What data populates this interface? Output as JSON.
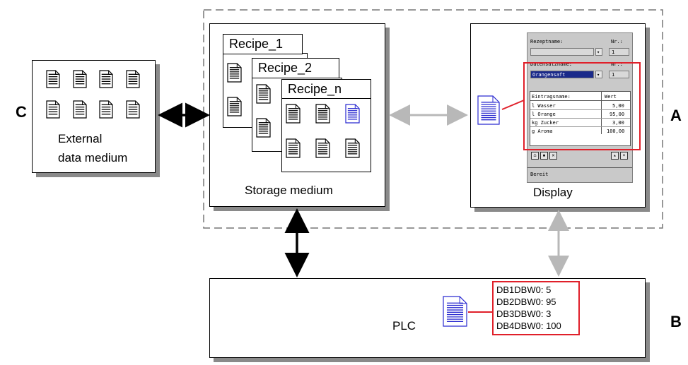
{
  "labels": {
    "side_c": "C",
    "side_a": "A",
    "side_b": "B",
    "external_line1": "External",
    "external_line2": "data medium",
    "storage": "Storage medium",
    "display": "Display",
    "plc": "PLC"
  },
  "recipes": [
    "Recipe_1",
    "Recipe_2",
    "Recipe_n"
  ],
  "plc_values": [
    "DB1DBW0: 5",
    "DB2DBW0: 95",
    "DB3DBW0: 3",
    "DB4DBW0: 100"
  ],
  "display_screen": {
    "header1_left": "Rezeptname:",
    "header1_right": "Nr.:",
    "field1_value": "",
    "field1_number": "1",
    "header2_left": "Datensatzname:",
    "header2_right": "Nr.:",
    "field2_value": "Orangensaft",
    "field2_number": "1",
    "table_header_left": "Eintragsname:",
    "table_header_right": "Wert",
    "rows": [
      {
        "name": "l Wasser",
        "value": "5,00"
      },
      {
        "name": "l Orange",
        "value": "95,00"
      },
      {
        "name": "kg Zucker",
        "value": "3,00"
      },
      {
        "name": "g Aroma",
        "value": "100,00"
      }
    ],
    "status": "Bereit"
  },
  "colors": {
    "highlight_red": "#e0202a",
    "selected_doc_blue": "#2a2ad0",
    "gray_arrow": "#b8b8b8",
    "shadow": "#8a8a8a"
  }
}
